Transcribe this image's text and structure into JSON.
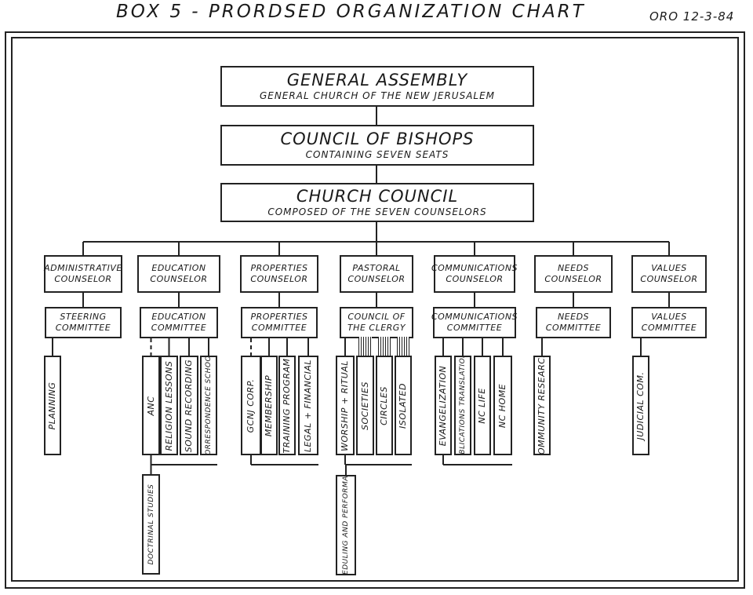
{
  "title": "BOX 5  - PRORDSED ORGANIZATION CHART",
  "date_mark": "ORO 12-3-84",
  "top": {
    "general_assembly": {
      "title": "GENERAL ASSEMBLY",
      "subtitle": "GENERAL CHURCH OF THE NEW JERUSALEM"
    },
    "council_of_bishops": {
      "title": "COUNCIL OF BISHOPS",
      "subtitle": "CONTAINING SEVEN SEATS"
    },
    "church_council": {
      "title": "CHURCH COUNCIL",
      "subtitle": "COMPOSED OF THE SEVEN COUNSELORS"
    }
  },
  "columns": [
    {
      "counselor": [
        "ADMINISTRATIVE",
        "COUNSELOR"
      ],
      "committee": [
        "STEERING",
        "COMMITTEE"
      ],
      "units": [
        "PLANNING"
      ],
      "extra": ""
    },
    {
      "counselor": [
        "EDUCATION",
        "COUNSELOR"
      ],
      "committee": [
        "EDUCATION",
        "COMMITTEE"
      ],
      "units": [
        "ANC",
        "RELIGION LESSONS",
        "SOUND RECORDING",
        "CORRESPONDENCE SCHOOL"
      ],
      "extra": "DOCTRINAL STUDIES"
    },
    {
      "counselor": [
        "PROPERTIES",
        "COUNSELOR"
      ],
      "committee": [
        "PROPERTIES",
        "COMMITTEE"
      ],
      "units": [
        "GCNJ CORP.",
        "MEMBERSHIP",
        "TRAINING PROGRAM",
        "LEGAL + FINANCIAL"
      ],
      "extra": ""
    },
    {
      "counselor": [
        "PASTORAL",
        "COUNSELOR"
      ],
      "committee": [
        "COUNCIL OF",
        "THE CLERGY"
      ],
      "units": [
        "WORSHIP + RITUAL",
        "SOCIETIES",
        "CIRCLES",
        "ISOLATED"
      ],
      "extra": "SCHEDULING AND PERFORMANCE"
    },
    {
      "counselor": [
        "COMMUNICATIONS",
        "COUNSELOR"
      ],
      "committee": [
        "COMMUNICATIONS",
        "COMMITTEE"
      ],
      "units": [
        "EVANGELIZATION",
        "PUBLICATIONS TRANSLATIONS",
        "NC LIFE",
        "NC HOME"
      ],
      "extra": ""
    },
    {
      "counselor": [
        "NEEDS",
        "COUNSELOR"
      ],
      "committee": [
        "NEEDS",
        "COMMITTEE"
      ],
      "units": [
        "COMMUNITY RESEARCH"
      ],
      "extra": ""
    },
    {
      "counselor": [
        "VALUES",
        "COUNSELOR"
      ],
      "committee": [
        "VALUES",
        "COMMITTEE"
      ],
      "units": [
        "JUDICIAL COM."
      ],
      "extra": ""
    }
  ]
}
